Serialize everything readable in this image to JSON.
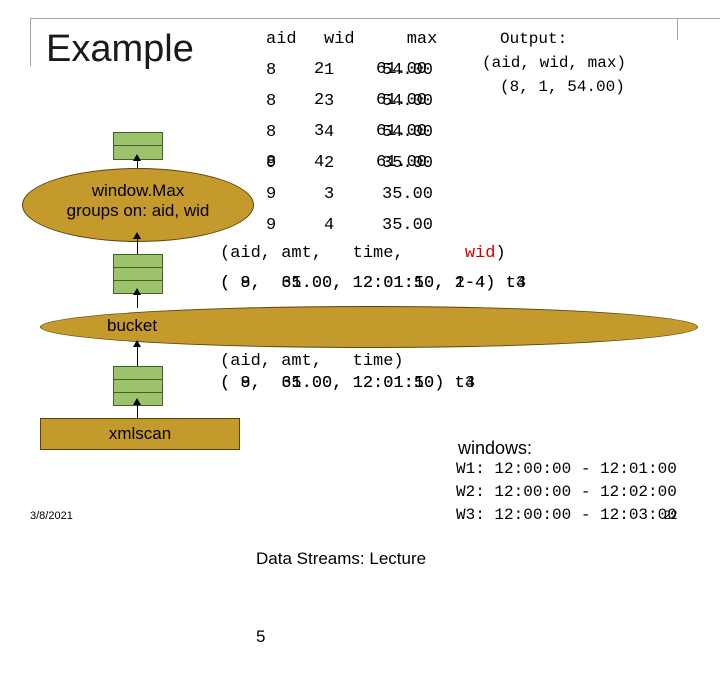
{
  "slide": {
    "title": "Example",
    "date": "3/8/2021",
    "footer_line1": "Data Streams: Lecture",
    "footer_line2": "5",
    "page_number": "22"
  },
  "operators": {
    "window_max_line1": "window.Max",
    "window_max_line2": "groups on: aid, wid",
    "bucket": "bucket",
    "xmlscan": "xmlscan"
  },
  "table": {
    "headers": [
      "aid",
      "wid",
      "max"
    ],
    "rows": [
      [
        "8",
        "1",
        "54.00"
      ],
      [
        "8",
        "3",
        "54.00"
      ],
      [
        "8",
        "4",
        "54.00"
      ],
      [
        "9",
        "2",
        "35.00"
      ],
      [
        "9",
        "3",
        "35.00"
      ],
      [
        "9",
        "4",
        "35.00"
      ]
    ],
    "ghost_rows": [
      [
        "",
        "2",
        "61.00"
      ],
      [
        "",
        "2",
        "61.00"
      ],
      [
        "",
        "3",
        "61.00"
      ],
      [
        "8",
        "4",
        "61.00"
      ]
    ]
  },
  "output": {
    "line1": "Output:",
    "line2": "(aid, wid, max)",
    "line3": "(8, 1, 54.00)"
  },
  "tuple_upper": {
    "header_prefix": "(aid, amt,   time,      ",
    "header_wid": "wid",
    "header_suffix": ")",
    "row_a": "( 9,  35.00, 12:01:50, 2-4) t4",
    "row_b": "( 8,  61.00, 12:01:10, 1-4) t3"
  },
  "tuple_lower": {
    "header": "(aid, amt,   time)",
    "row_a": "( 9,  35.00, 12:01:50) t4",
    "row_b": "( 8,  61.00, 12:01:10) t3"
  },
  "windows": {
    "label": "windows:",
    "rows": [
      "W1: 12:00:00 - 12:01:00",
      "W2: 12:00:00 - 12:02:00",
      "W3: 12:00:00 - 12:03:00"
    ]
  },
  "colors": {
    "operator_fill": "#c49a2c",
    "queue_fill": "#9cc36b",
    "highlight_red": "#d40000"
  }
}
